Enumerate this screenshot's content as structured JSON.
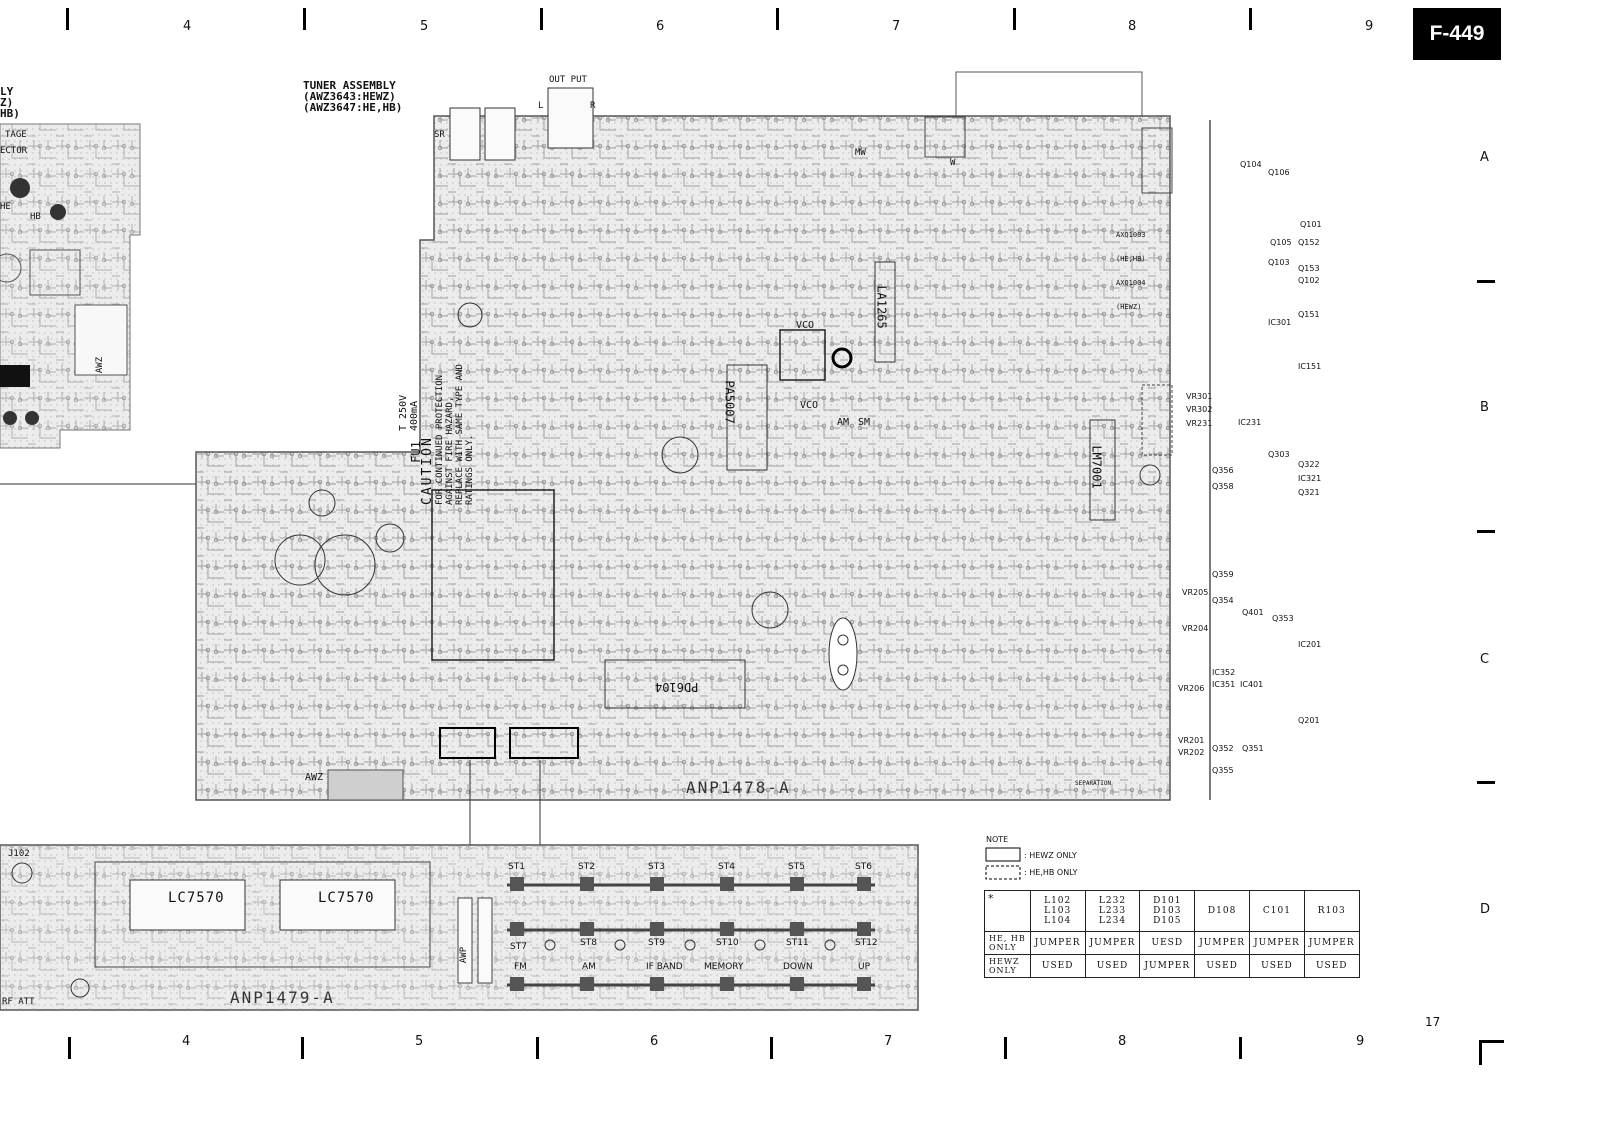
{
  "page": {
    "badge": "F-449",
    "page_number": "17",
    "col_top": [
      "4",
      "5",
      "6",
      "7",
      "8",
      "9"
    ],
    "col_bottom": [
      "4",
      "5",
      "6",
      "7",
      "8",
      "9"
    ],
    "rows": [
      "A",
      "B",
      "C",
      "D"
    ]
  },
  "left_fragment": {
    "line1": "LY",
    "line2": "Z)",
    "line3": "HB)",
    "tage": "TAGE",
    "ector": "ECTOR",
    "he": "HE",
    "hb": "HB",
    "awz": "AWZ",
    "j102": "J102",
    "rf_att": "RF ATT"
  },
  "tuner": {
    "title": "TUNER ASSEMBLY",
    "sub1": "(AWZ3643:HEWZ)",
    "sub2": "(AWZ3647:HE,HB)"
  },
  "board_main": {
    "output": "OUT PUT",
    "l": "L",
    "r": "R",
    "sr": "SR",
    "mw": "MW",
    "w": "W",
    "vco1": "VCO",
    "vco2": "VCO",
    "am": "AM",
    "sm": "SM",
    "fu1": "FU1",
    "fuse_rating": "T 250V 400mA",
    "caution_title": "CAUTION",
    "caution_lines": [
      "FOR CONTINUED PROTECTION",
      "AGAINST FIRE HAZARD,",
      "REPLACE WITH SAME TYPE AND",
      "RATINGS ONLY."
    ],
    "ic_pa5007": "PA5007",
    "ic_la1265": "LA1265",
    "ic_lm7001": "LM7001",
    "ic_pd6104": "PD6104",
    "awz": "AWZ",
    "separation": "SEPARATION",
    "name": "ANP1478-A",
    "axq1": "AXQ1003",
    "axq1s": "(HE,HB)",
    "axq2": "AXQ1004",
    "axq2s": "(HEWZ)"
  },
  "refs": [
    {
      "t": "Q104"
    },
    {
      "t": "Q106"
    },
    {
      "t": "Q101"
    },
    {
      "t": "Q105"
    },
    {
      "t": "Q152"
    },
    {
      "t": "Q103"
    },
    {
      "t": "Q153"
    },
    {
      "t": "Q102"
    },
    {
      "t": "Q151"
    },
    {
      "t": "IC301"
    },
    {
      "t": "IC151"
    },
    {
      "t": "VR301"
    },
    {
      "t": "VR302"
    },
    {
      "t": "VR231"
    },
    {
      "t": "IC231"
    },
    {
      "t": "Q303"
    },
    {
      "t": "Q322"
    },
    {
      "t": "IC321"
    },
    {
      "t": "Q321"
    },
    {
      "t": "Q356"
    },
    {
      "t": "Q358"
    },
    {
      "t": "Q359"
    },
    {
      "t": "VR205"
    },
    {
      "t": "Q354"
    },
    {
      "t": "Q401"
    },
    {
      "t": "Q353"
    },
    {
      "t": "VR204"
    },
    {
      "t": "IC201"
    },
    {
      "t": "IC352"
    },
    {
      "t": "IC351"
    },
    {
      "t": "IC401"
    },
    {
      "t": "VR206"
    },
    {
      "t": "Q201"
    },
    {
      "t": "VR201"
    },
    {
      "t": "VR202"
    },
    {
      "t": "Q352"
    },
    {
      "t": "Q351"
    },
    {
      "t": "Q355"
    }
  ],
  "board_sub": {
    "ic1": "LC7570",
    "ic2": "LC7570",
    "awp": "AWP",
    "name": "ANP1479-A",
    "switches_top": [
      "ST1",
      "ST2",
      "ST3",
      "ST4",
      "ST5",
      "ST6"
    ],
    "switches_mid": [
      "ST7",
      "ST8",
      "ST9",
      "ST10",
      "ST11",
      "ST12"
    ],
    "switches_bot": [
      "FM",
      "AM",
      "IF BAND",
      "MEMORY",
      "DOWN",
      "UP"
    ]
  },
  "note": {
    "title": "NOTE",
    "hewz": ": HEWZ  ONLY",
    "hehb": ": HE,HB  ONLY"
  },
  "jumper_table": {
    "star": "*",
    "headers": [
      "L102\nL103\nL104",
      "L232\nL233\nL234",
      "D101\nD103\nD105",
      "D108",
      "C101",
      "R103"
    ],
    "rows": [
      {
        "label": "HE, HB\nONLY",
        "cells": [
          "JUMPER",
          "JUMPER",
          "UESD",
          "JUMPER",
          "JUMPER",
          "JUMPER"
        ]
      },
      {
        "label": "HEWZ\nONLY",
        "cells": [
          "USED",
          "USED",
          "JUMPER",
          "USED",
          "USED",
          "USED"
        ]
      }
    ]
  }
}
